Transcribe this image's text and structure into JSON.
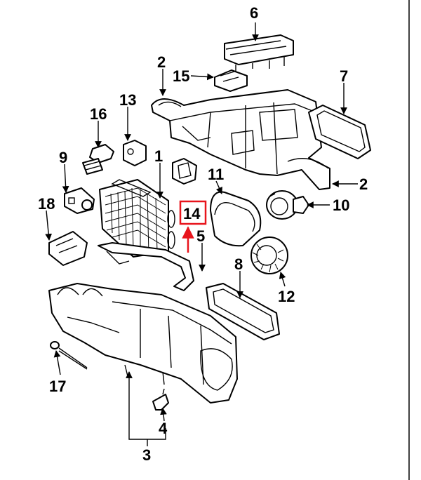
{
  "labels": {
    "p1": "1",
    "p2a": "2",
    "p2b": "2",
    "p3": "3",
    "p4": "4",
    "p5": "5",
    "p6": "6",
    "p7": "7",
    "p8": "8",
    "p9": "9",
    "p10": "10",
    "p11": "11",
    "p12": "12",
    "p13": "13",
    "p14": "14",
    "p15": "15",
    "p16": "16",
    "p17": "17",
    "p18": "18"
  },
  "colors": {
    "highlight": "#e8141c",
    "ink": "#000000"
  }
}
